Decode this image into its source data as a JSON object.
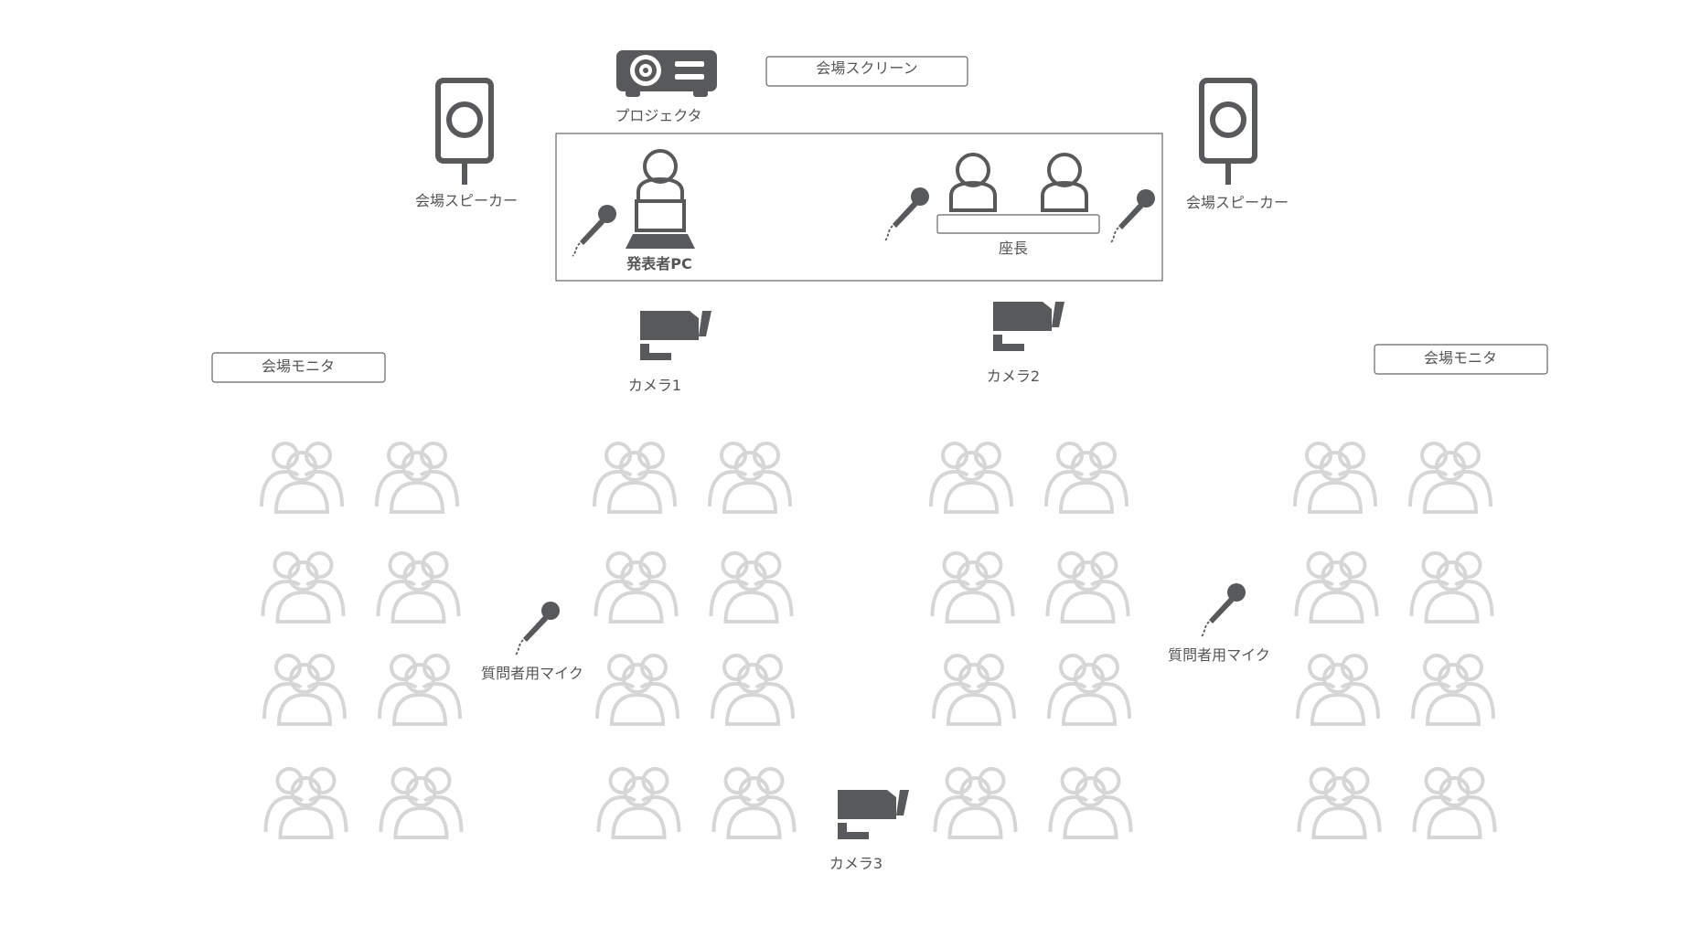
{
  "labels": {
    "projector": "プロジェクタ",
    "venue_screen": "会場スクリーン",
    "speaker_left": "会場スピーカー",
    "speaker_right": "会場スピーカー",
    "presenter_pc": "発表者PC",
    "chair": "座長",
    "camera1": "カメラ1",
    "camera2": "カメラ2",
    "camera3": "カメラ3",
    "monitor_left": "会場モニタ",
    "monitor_right": "会場モニタ",
    "question_mic_left": "質問者用マイク",
    "question_mic_right": "質問者用マイク"
  },
  "audience": {
    "groups": 4,
    "rows_per_group": 4,
    "columns_per_group": 2
  },
  "colors": {
    "icon": "#58595b",
    "audience": "#d6d6d6",
    "box_stroke": "#666666"
  }
}
